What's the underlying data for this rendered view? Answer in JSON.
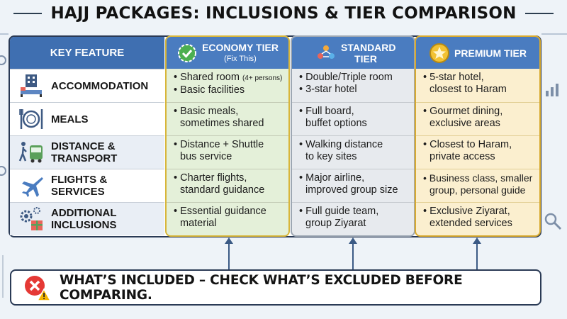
{
  "title": "HAJJ PACKAGES: INCLUSIONS & TIER COMPARISON",
  "header": {
    "key_feature": "KEY FEATURE",
    "economy": {
      "name": "ECONOMY TIER",
      "sub": "(Fix This)"
    },
    "standard": {
      "name": "STANDARD TIER"
    },
    "premium": {
      "name": "PREMIUM TIER"
    }
  },
  "rows": [
    {
      "feature": "ACCOMMODATION",
      "icon": "hotel-bed-icon",
      "economy": [
        "• Shared room",
        "• Basic facilities"
      ],
      "economy_note": "(4+ persons)",
      "standard": [
        "• Double/Triple room",
        "• 3-star hotel"
      ],
      "premium": [
        "• 5-star hotel,",
        "  closest to Haram"
      ]
    },
    {
      "feature": "MEALS",
      "icon": "cutlery-plate-icon",
      "economy": [
        "• Basic meals,",
        "  sometimes shared"
      ],
      "standard": [
        "• Full board,",
        "  buffet options"
      ],
      "premium": [
        "• Gourmet dining,",
        "  exclusive areas"
      ]
    },
    {
      "feature_lines": [
        "DISTANCE &",
        "TRANSPORT"
      ],
      "icon": "walk-bus-icon",
      "economy": [
        "• Distance + Shuttle",
        "  bus service"
      ],
      "standard": [
        "• Walking distance",
        "  to key sites"
      ],
      "premium": [
        "• Closest to Haram,",
        "  private access"
      ]
    },
    {
      "feature_lines": [
        "FLIGHTS &",
        "SERVICES"
      ],
      "icon": "airplane-icon",
      "economy": [
        "• Charter flights,",
        "  standard guidance"
      ],
      "standard": [
        "• Major airline,",
        "  improved group size"
      ],
      "premium": [
        "• Business class, smaller",
        "  group, personal guide"
      ]
    },
    {
      "feature_lines": [
        "ADDITIONAL",
        "INCLUSIONS"
      ],
      "icon": "gears-gift-icon",
      "economy": [
        "• Essential guidance",
        "  material"
      ],
      "standard": [
        "• Full guide team,",
        "  group Ziyarat"
      ],
      "premium": [
        "• Exclusive Ziyarat,",
        "  extended services"
      ]
    }
  ],
  "footer": {
    "text": "WHAT’S INCLUDED – CHECK WHAT’S EXCLUDED BEFORE COMPARING.",
    "icon": "error-warning-icon"
  },
  "colors": {
    "header_blue": "#4a7cc0",
    "economy_bg": "#e4f0d9",
    "standard_bg": "#e7eaee",
    "premium_bg": "#fbefcf",
    "border_gold": "#d8b63a"
  }
}
